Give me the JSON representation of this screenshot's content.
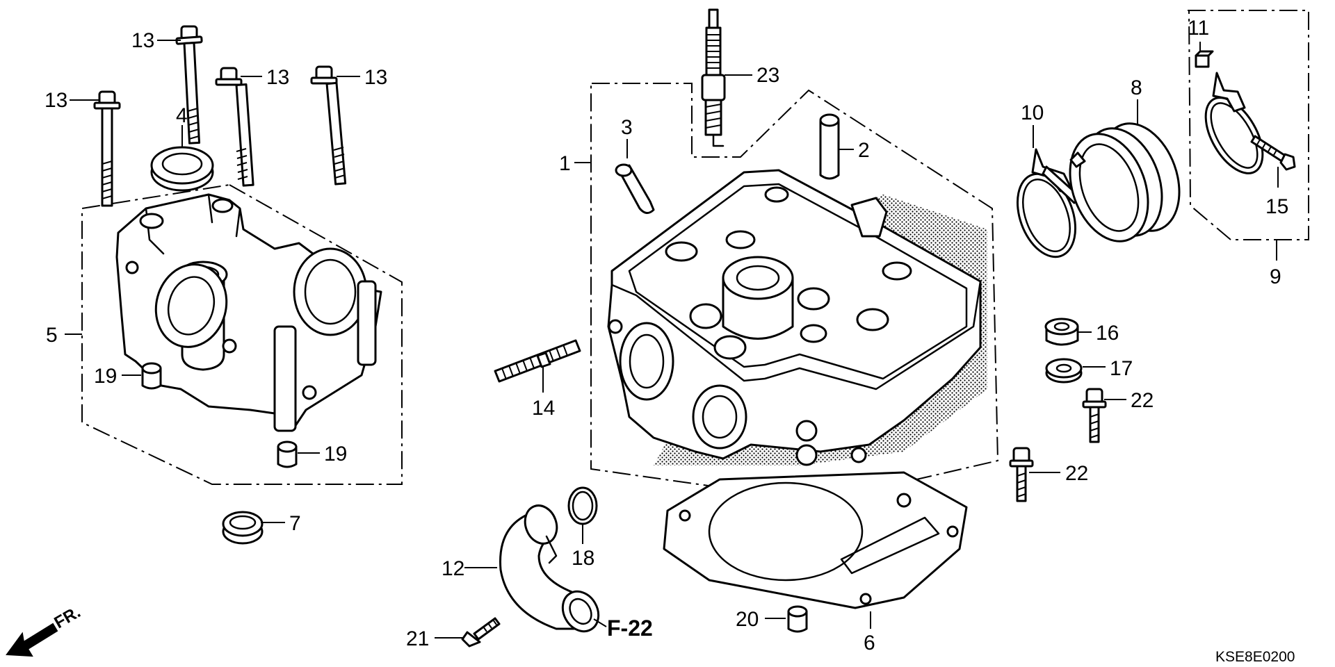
{
  "diagram": {
    "callouts": {
      "p1": "1",
      "p2": "2",
      "p3": "3",
      "p4": "4",
      "p5": "5",
      "p6": "6",
      "p7": "7",
      "p8": "8",
      "p9": "9",
      "p10": "10",
      "p11": "11",
      "p12": "12",
      "p13a": "13",
      "p13b": "13",
      "p13c": "13",
      "p13d": "13",
      "p14": "14",
      "p15": "15",
      "p16": "16",
      "p17": "17",
      "p18": "18",
      "p19a": "19",
      "p19b": "19",
      "p20": "20",
      "p21": "21",
      "p22a": "22",
      "p22b": "22",
      "p23": "23"
    },
    "reference": "F-22",
    "front_marker": "FR.",
    "drawing_code": "KSE8E0200"
  }
}
